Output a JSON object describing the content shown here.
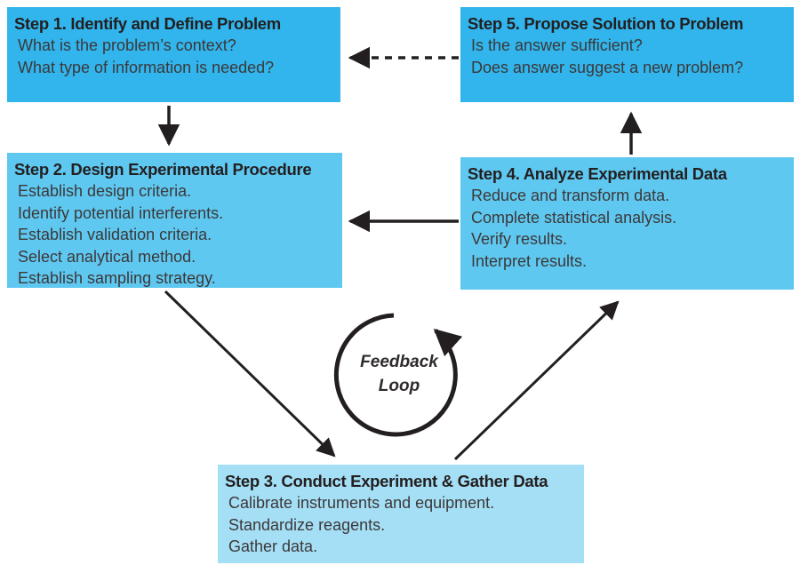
{
  "diagram": {
    "boxes": {
      "step1": {
        "title": "Step 1. Identify and Define Problem",
        "lines": [
          "What is the problem’s context?",
          "What type of information is needed?"
        ]
      },
      "step2": {
        "title": "Step 2. Design Experimental Procedure",
        "lines": [
          "Establish design criteria.",
          "Identify potential interferents.",
          "Establish validation criteria.",
          "Select analytical method.",
          "Establish sampling strategy."
        ]
      },
      "step3": {
        "title": "Step 3. Conduct Experiment & Gather Data",
        "lines": [
          "Calibrate instruments and equipment.",
          "Standardize reagents.",
          "Gather data."
        ]
      },
      "step4": {
        "title": "Step 4. Analyze Experimental Data",
        "lines": [
          "Reduce and transform data.",
          "Complete statistical analysis.",
          "Verify results.",
          "Interpret results."
        ]
      },
      "step5": {
        "title": "Step 5. Propose Solution to Problem",
        "lines": [
          "Is the answer sufficient?",
          "Does answer suggest a new problem?"
        ]
      }
    },
    "feedback_loop": {
      "line1": "Feedback",
      "line2": "Loop"
    },
    "colors": {
      "step_dark": "#31b5ec",
      "step_medium": "#5fc8f0",
      "step_light": "#a5dff5",
      "arrow": "#231f20"
    }
  }
}
